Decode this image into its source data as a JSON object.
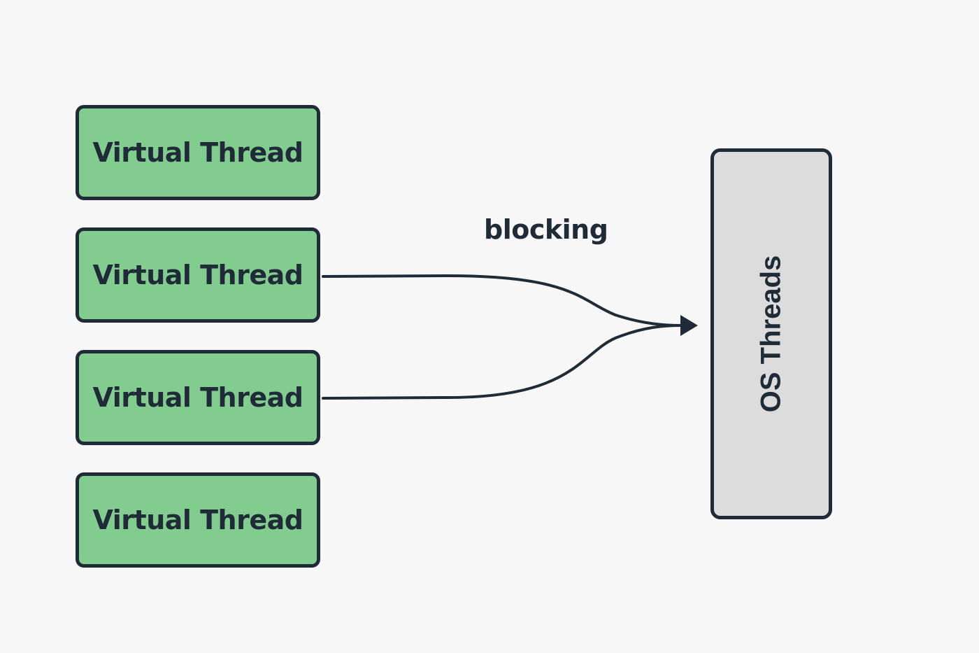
{
  "virtual_threads": [
    {
      "label": "Virtual Thread"
    },
    {
      "label": "Virtual Thread"
    },
    {
      "label": "Virtual Thread"
    },
    {
      "label": "Virtual Thread"
    }
  ],
  "edge_label": "blocking",
  "os_threads": {
    "label": "OS Threads"
  },
  "colors": {
    "background": "#f7f7f7",
    "virtual_thread_fill": "#82cc8f",
    "os_threads_fill": "#dcdcdc",
    "stroke": "#1f2b36",
    "text": "#1f2b36"
  },
  "connections": [
    {
      "from": "virtual_thread_2",
      "to": "os_threads"
    },
    {
      "from": "virtual_thread_3",
      "to": "os_threads"
    }
  ]
}
